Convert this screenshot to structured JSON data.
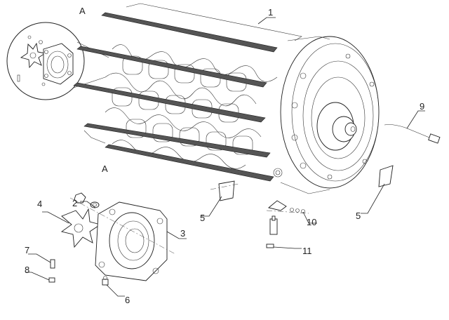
{
  "callouts": {
    "c1": "1",
    "c2": "2",
    "c3": "3",
    "c4": "4",
    "c5a": "5",
    "c5b": "5",
    "c6": "6",
    "c7": "7",
    "c8": "8",
    "c9": "9",
    "c10": "10",
    "c11": "11"
  },
  "views": {
    "detail_label_top": "A",
    "detail_label_mid": "A"
  }
}
